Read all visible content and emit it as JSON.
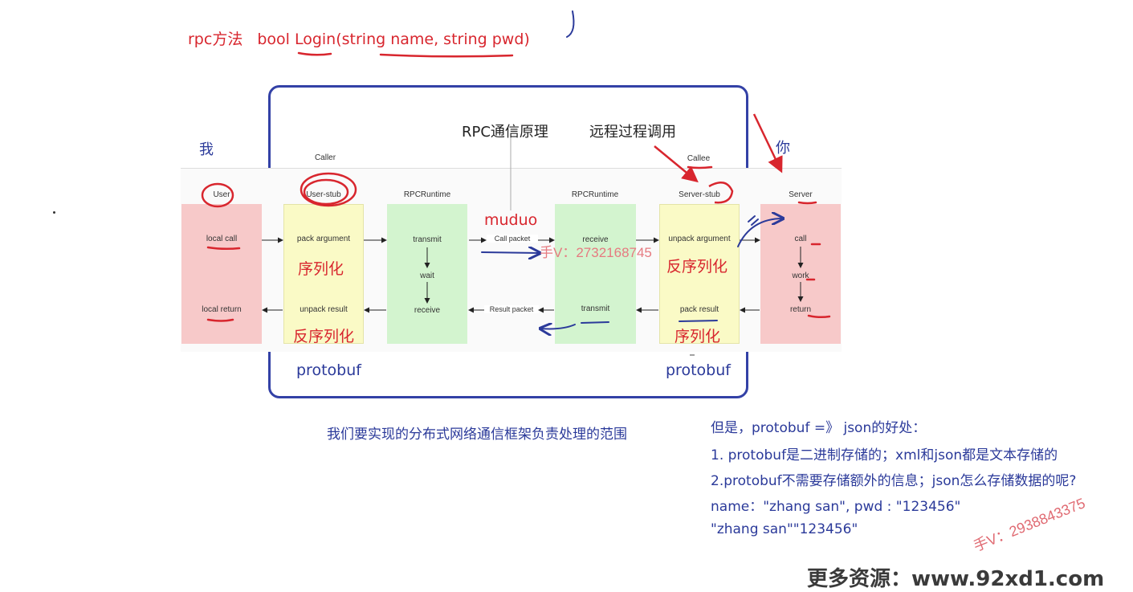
{
  "header": {
    "method_label": "rpc方法",
    "signature": "bool Login(string name, string pwd)"
  },
  "diagram": {
    "title": "RPC通信原理",
    "remote_call_label": "远程过程调用",
    "me_label": "我",
    "you_label": "你",
    "caller_label": "Caller",
    "callee_label": "Callee",
    "columns": {
      "user": "User",
      "user_stub": "User-stub",
      "rpc_runtime_left": "RPCRuntime",
      "rpc_runtime_right": "RPCRuntime",
      "server_stub": "Server-stub",
      "server": "Server"
    },
    "steps": {
      "local_call": "local call",
      "local_return": "local return",
      "pack_argument": "pack argument",
      "unpack_result": "unpack result",
      "transmit_left": "transmit",
      "wait": "wait",
      "receive_left": "receive",
      "receive_right": "receive",
      "transmit_right": "transmit",
      "unpack_argument": "unpack argument",
      "pack_result": "pack result",
      "call": "call",
      "work": "work",
      "return": "return",
      "call_packet": "Call packet",
      "result_packet": "Result packet"
    },
    "annotations": {
      "serialize_left": "序列化",
      "deserialize_left": "反序列化",
      "deserialize_right": "反序列化",
      "serialize_right": "序列化",
      "muduo": "muduo",
      "protobuf_left": "protobuf",
      "protobuf_right": "protobuf",
      "watermark": "手V：2732168745"
    },
    "scope_caption": "我们要实现的分布式网络通信框架负责处理的范围"
  },
  "notes": {
    "line1": "但是，protobuf =》 json的好处：",
    "line2": "1. protobuf是二进制存储的；xml和json都是文本存储的",
    "line3": "2.protobuf不需要存储额外的信息；json怎么存储数据的呢?",
    "line4": " name：\"zhang san\", pwd : \"123456\"",
    "line5": "\"zhang san\"\"123456\""
  },
  "footer": {
    "watermark_rotated": "手V：2938843375",
    "site_text": "更多资源：www.92xd1.com"
  },
  "colors": {
    "red_col": "#f7c9c9",
    "yellow_col": "#fafac6",
    "green_col": "#d3f4cf",
    "frame_blue": "#3341a6",
    "annot_red": "#d8262e",
    "annot_blue": "#2b3a9a"
  }
}
